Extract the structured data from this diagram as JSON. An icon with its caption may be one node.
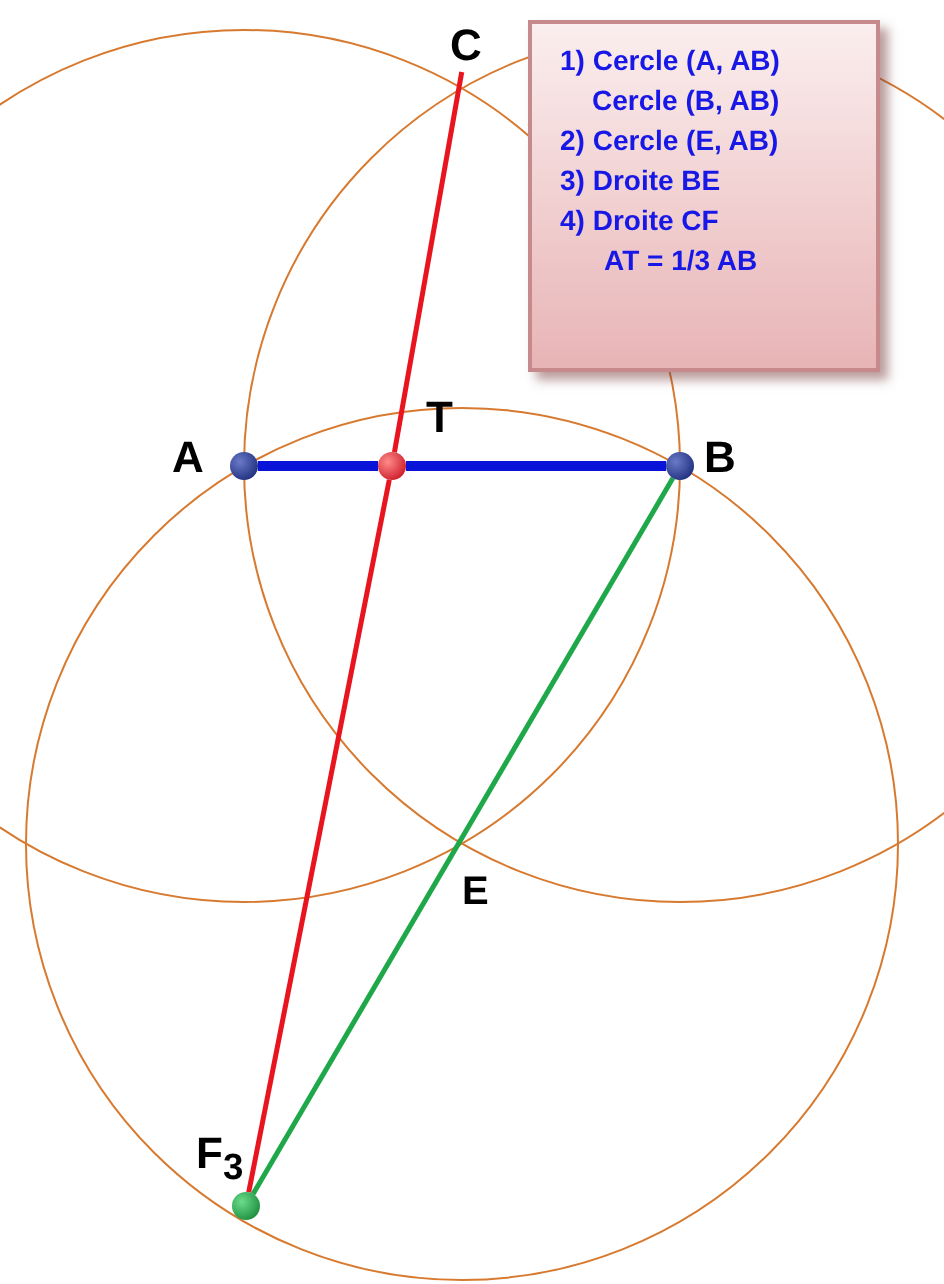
{
  "diagram": {
    "nodes": [
      {
        "text": [],
        "shape": "circle",
        "beside": [
          "A"
        ]
      },
      {
        "text": [],
        "shape": "circle",
        "beside": [
          "T"
        ]
      },
      {
        "text": [],
        "shape": "circle",
        "beside": [
          "B"
        ]
      },
      {
        "text": [
          "C"
        ]
      },
      {
        "text": [],
        "shape": "circle",
        "beside": [
          "F$_{3}$"
        ]
      },
      {
        "text": [
          "1) Cercle (A, AB)",
          "Cercle (B, AB)",
          "2) Cercle (E, AB)",
          "3) Droite BE",
          "4) Droite CF",
          "AT = 1/3 AB"
        ]
      }
    ],
    "edges": [
      {
        "from": 0,
        "to": 1,
        "arrow": "none",
        "style": "thick",
        "color": "#0a14d8"
      },
      {
        "from": 1,
        "to": 2,
        "arrow": "none",
        "style": "thick",
        "color": "#0a14d8"
      },
      {
        "from": 3,
        "to": 1,
        "arrow": "none",
        "color": "#e8141e"
      },
      {
        "from": 1,
        "to": 4,
        "arrow": "none",
        "color": "#e8141e"
      },
      {
        "from": 2,
        "to": 4,
        "arrow": "none",
        "color": "#1ea84a"
      }
    ],
    "labels": [
      "E"
    ]
  }
}
